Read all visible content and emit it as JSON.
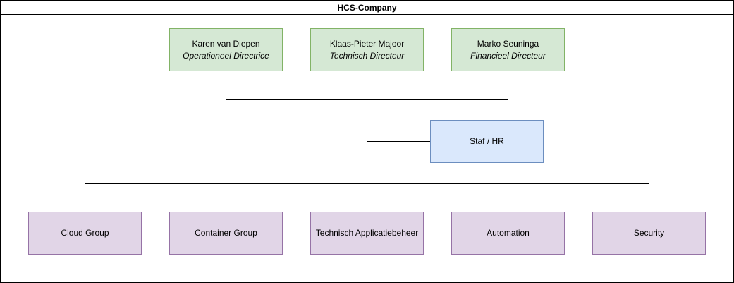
{
  "diagram": {
    "title": "HCS-Company",
    "directors": [
      {
        "name": "Karen van Diepen",
        "role": "Operationeel Directrice"
      },
      {
        "name": "Klaas-Pieter Majoor",
        "role": "Technisch Directeur"
      },
      {
        "name": "Marko Seuninga",
        "role": "Financieel Directeur"
      }
    ],
    "staff": {
      "label": "Staf / HR"
    },
    "departments": [
      {
        "label": "Cloud Group"
      },
      {
        "label": "Container Group"
      },
      {
        "label": "Technisch Applicatiebeheer"
      },
      {
        "label": "Automation"
      },
      {
        "label": "Security"
      }
    ],
    "colors": {
      "director_fill": "#d5e8d4",
      "director_stroke": "#82b366",
      "staff_fill": "#dae8fc",
      "staff_stroke": "#6c8ebf",
      "department_fill": "#e1d5e7",
      "department_stroke": "#9673a6",
      "line": "#000000"
    }
  }
}
